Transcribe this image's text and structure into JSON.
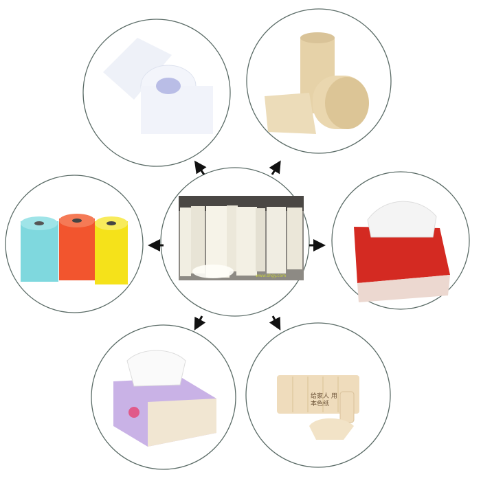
{
  "diagram": {
    "center": {
      "label": "jumbo-tissue-parent-rolls",
      "watermark": "www.shgy.com"
    },
    "products": [
      {
        "id": "jumbo-roll"
      },
      {
        "id": "bamboo-toilet-roll"
      },
      {
        "id": "kitchen-towel-rolls"
      },
      {
        "id": "box-facial-tissue"
      },
      {
        "id": "soft-pack-facial-tissue"
      },
      {
        "id": "toilet-roll-pack",
        "package_text": "给家人 用本色纸"
      }
    ],
    "colors": {
      "circle": "#5a6b66",
      "arrow": "#111111",
      "blue": "#7fd8de",
      "orange": "#f2552e",
      "yellow": "#f5e21a",
      "bamboo": "#e8d3a8",
      "red_box": "#d42a22",
      "purple": "#c9b2e6"
    }
  }
}
